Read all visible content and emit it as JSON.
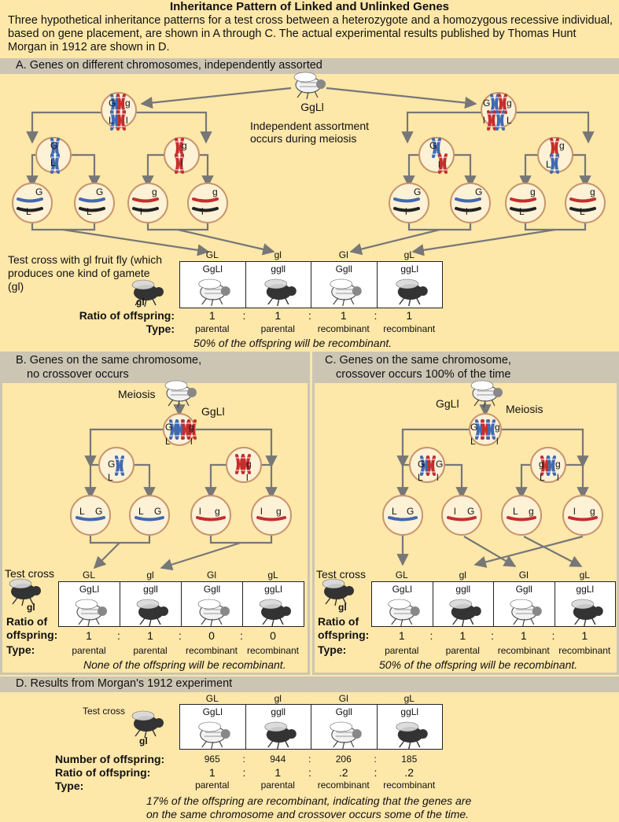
{
  "title": "Inheritance Pattern of Linked and Unlinked Genes",
  "intro": "Three hypothetical inheritance patterns for a test cross between a heterozygote and a homozygous recessive individual, based on gene placement, are shown in A through C. The actual experimental results published by Thomas Hunt Morgan in 1912 are shown in D.",
  "colors": {
    "background": "#fde7a9",
    "header_bar": "#ccc5b3",
    "cell": "#fdf1d6",
    "cell_border": "#c8946a",
    "arrow": "#777777",
    "chrom_blue": "#4169b0",
    "chrom_red": "#c52d2d"
  },
  "panelA": {
    "header": "A. Genes on different chromosomes, independently assorted",
    "parent_genotype": "GgLl",
    "note": "Independent assortment occurs during meiosis",
    "cells_left": {
      "parent": {
        "top": "G",
        "top_right": "g",
        "bottom_left": "L",
        "bottom_right": "l"
      },
      "mid1": {
        "top": "G",
        "bottom": "L"
      },
      "mid2": {
        "top": "g",
        "bottom": "l"
      },
      "gam1": {
        "top": "G",
        "bottom": "L"
      },
      "gam2": {
        "top": "G",
        "bottom": "L"
      },
      "gam3": {
        "top": "g",
        "bottom": "l"
      },
      "gam4": {
        "top": "g",
        "bottom": "l"
      }
    },
    "cells_right": {
      "parent": {
        "top": "G",
        "top_right": "g",
        "bottom_left": "l",
        "bottom_right": "L"
      },
      "mid1": {
        "top": "G",
        "bottom": "l"
      },
      "mid2": {
        "top": "g",
        "bottom": "L"
      },
      "gam1": {
        "top": "G",
        "bottom": "l"
      },
      "gam2": {
        "top": "G",
        "bottom": "l"
      },
      "gam3": {
        "top": "g",
        "bottom": "L"
      },
      "gam4": {
        "top": "g",
        "bottom": "L"
      }
    },
    "test_cross_text": "Test cross with gl fruit fly (which produces one kind of gamete (gl)",
    "tester_label": "gl",
    "gametes": [
      "GL",
      "gl",
      "Gl",
      "gL"
    ],
    "genotypes": [
      "GgLl",
      "ggll",
      "Ggll",
      "ggLl"
    ],
    "ratio_label": "Ratio of offspring:",
    "ratios": [
      "1",
      "1",
      "1",
      "1"
    ],
    "type_label": "Type:",
    "types": [
      "parental",
      "parental",
      "recombinant",
      "recombinant"
    ],
    "summary": "50% of the offspring will be recombinant."
  },
  "panelB": {
    "header_line1": "B. Genes on the same chromosome,",
    "header_line2": "no crossover occurs",
    "meiosis": "Meiosis",
    "parent_genotype": "GgLl",
    "cells": {
      "parent": {
        "tl": "G",
        "tr": "g",
        "bl": "L",
        "br": "l"
      },
      "mid1": {
        "t": "G",
        "b": "L"
      },
      "mid2": {
        "t": "g",
        "b": "l"
      },
      "gam1": {
        "l": "L",
        "r": "G"
      },
      "gam2": {
        "l": "L",
        "r": "G"
      },
      "gam3": {
        "l": "l",
        "r": "g"
      },
      "gam4": {
        "l": "l",
        "r": "g"
      }
    },
    "test_cross": "Test cross",
    "tester_label": "gl",
    "gametes": [
      "GL",
      "gl",
      "Gl",
      "gL"
    ],
    "genotypes": [
      "GgLl",
      "ggll",
      "Ggll",
      "ggLl"
    ],
    "ratio_label_1": "Ratio of",
    "ratio_label_2": "offspring:",
    "ratios": [
      "1",
      "1",
      "0",
      "0"
    ],
    "type_label": "Type:",
    "types": [
      "parental",
      "parental",
      "recombinant",
      "recombinant"
    ],
    "summary": "None of the offspring will be recombinant."
  },
  "panelC": {
    "header_line1": "C. Genes on the same chromosome,",
    "header_line2": "crossover occurs 100% of the time",
    "meiosis": "Meiosis",
    "parent_genotype": "GgLl",
    "cells": {
      "parent": {
        "tl": "G",
        "tr": "g",
        "bl": "L",
        "br": "l"
      },
      "mid1": {
        "tl": "G",
        "tr": "G",
        "bl": "L",
        "br": "l"
      },
      "mid2": {
        "tl": "g",
        "tr": "g",
        "bl": "L",
        "br": "l"
      },
      "gam1": {
        "l": "L",
        "r": "G"
      },
      "gam2": {
        "l": "l",
        "r": "G"
      },
      "gam3": {
        "l": "L",
        "r": "g"
      },
      "gam4": {
        "l": "l",
        "r": "g"
      }
    },
    "test_cross": "Test cross",
    "tester_label": "gl",
    "gametes": [
      "GL",
      "gl",
      "Gl",
      "gL"
    ],
    "genotypes": [
      "GgLl",
      "ggll",
      "Ggll",
      "ggLl"
    ],
    "ratio_label_1": "Ratio of",
    "ratio_label_2": "offspring:",
    "ratios": [
      "1",
      "1",
      "1",
      "1"
    ],
    "type_label": "Type:",
    "types": [
      "parental",
      "parental",
      "recombinant",
      "recombinant"
    ],
    "summary": "50% of the offspring will be recombinant."
  },
  "panelD": {
    "header": "D. Results from Morgan's 1912 experiment",
    "test_cross": "Test cross",
    "tester_label": "gl",
    "gametes": [
      "GL",
      "gl",
      "Gl",
      "gL"
    ],
    "genotypes": [
      "GgLl",
      "ggll",
      "Ggll",
      "ggLl"
    ],
    "number_label": "Number of offspring:",
    "numbers": [
      "965",
      "944",
      "206",
      "185"
    ],
    "ratio_label": "Ratio of offspring:",
    "ratios": [
      "1",
      "1",
      ".2",
      ".2"
    ],
    "type_label": "Type:",
    "types": [
      "parental",
      "parental",
      "recombinant",
      "recombinant"
    ],
    "summary_line1": "17% of the offspring are recombinant, indicating that the genes are",
    "summary_line2": "on the same chromosome and crossover occurs some of the time."
  },
  "colon": ":"
}
